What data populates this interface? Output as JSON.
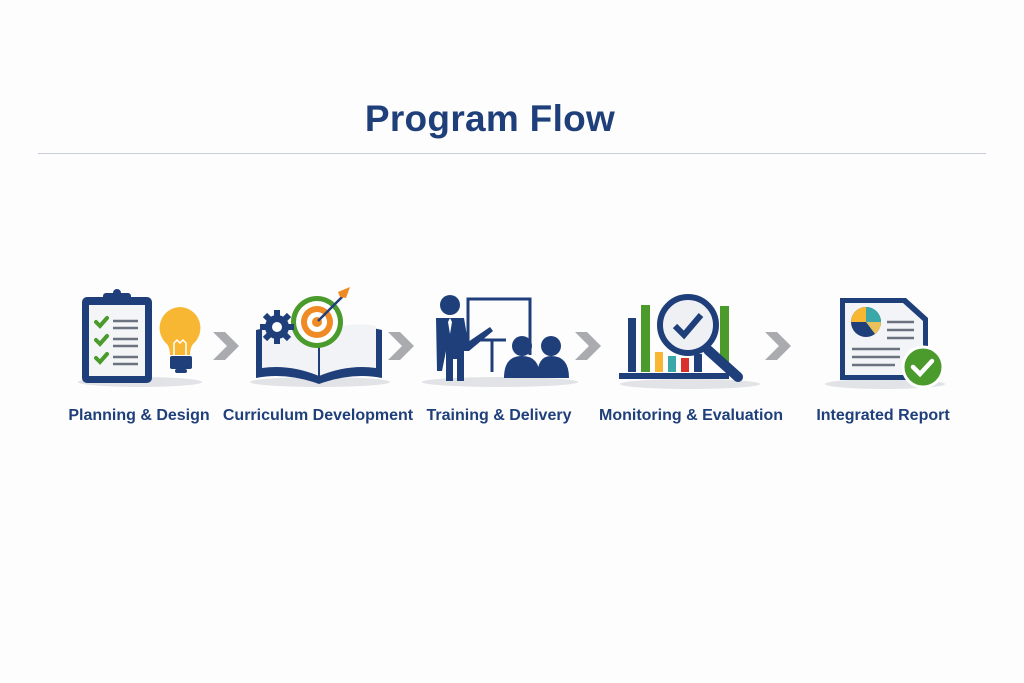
{
  "title": "Program Flow",
  "steps": [
    {
      "label": "Planning & Design",
      "icon": "clipboard-lightbulb-icon"
    },
    {
      "label": "Curriculum Development",
      "icon": "book-target-gear-icon"
    },
    {
      "label": "Training & Delivery",
      "icon": "presenter-audience-icon"
    },
    {
      "label": "Monitoring & Evaluation",
      "icon": "magnifier-chart-icon"
    },
    {
      "label": "Integrated Report",
      "icon": "report-check-icon"
    }
  ],
  "colors": {
    "navy": "#1f3f7a",
    "green": "#4a9a2c",
    "orange": "#f08a24",
    "yellow": "#f7b733",
    "teal": "#3aa7a9",
    "red": "#d9322a",
    "chevron": "#a9abae"
  }
}
